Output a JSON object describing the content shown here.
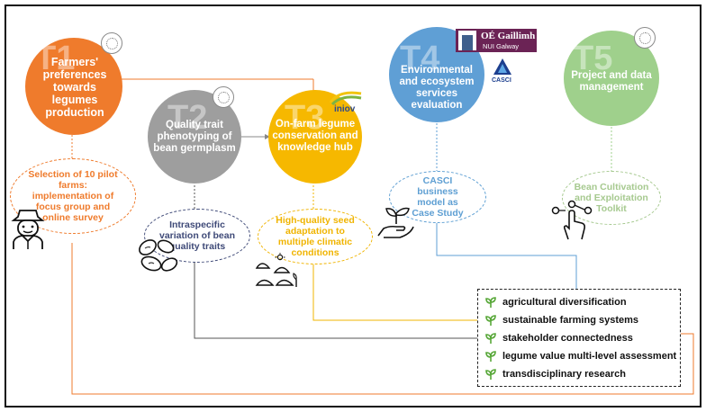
{
  "colors": {
    "t1": "#ef7b2c",
    "t2": "#9e9e9e",
    "t3": "#f6b800",
    "t4": "#5f9fd5",
    "t5": "#9fd08c",
    "t3_text": "#f0b400",
    "t4_text": "#5e9fd3",
    "t5_text": "#a6c98f",
    "t2_text": "#3f4a78",
    "t1_text": "#ef7b2c",
    "outcome_icon": "#59a83a"
  },
  "topics": [
    {
      "code": "T1",
      "title": "Farmers' preferences towards legumes production",
      "activity": "Selection of 10 pilot farms: implementation of focus group and online survey",
      "icon": "farmer-icon"
    },
    {
      "code": "T2",
      "title": "Quality trait phenotyping of bean germplasm",
      "activity": "Intraspecific variation of bean quality traits",
      "icon": "beans-icon"
    },
    {
      "code": "T3",
      "title": "On-farm legume conservation and knowledge hub",
      "activity": "High-quality seed adaptation to multiple climatic conditions",
      "icon": "greenhouse-icon"
    },
    {
      "code": "T4",
      "title": "Environmental and ecosystem services evaluation",
      "activity": "CASCI business model as Case Study",
      "icon": "seedling-hand-icon"
    },
    {
      "code": "T5",
      "title": "Project and data management",
      "activity": "Bean Cultivation and Exploitation Toolkit",
      "icon": "touch-network-icon"
    }
  ],
  "logos": {
    "nuig_line1": "OÉ Gaillimh",
    "nuig_line2": "NUI Galway",
    "casci": "CASCI",
    "iniov": "iniov"
  },
  "outcomes": [
    "agricultural diversification",
    "sustainable farming systems",
    "stakeholder connectedness",
    "legume value multi-level assessment",
    "transdisciplinary research"
  ]
}
